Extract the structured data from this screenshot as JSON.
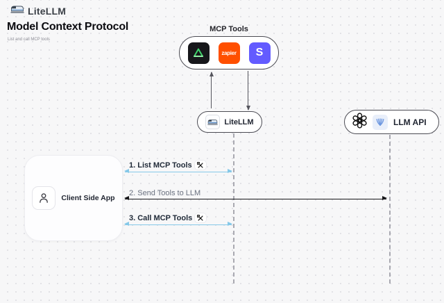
{
  "header": {
    "brand": "LiteLLM",
    "title": "Model Context Protocol",
    "subtitle": "List and call MCP tools"
  },
  "mcp": {
    "label": "MCP Tools",
    "tools": [
      {
        "icon": "triangle-tool-icon",
        "bg": "#17171b"
      },
      {
        "icon": "zapier-icon",
        "label": "zapier",
        "bg": "#ff4f00"
      },
      {
        "icon": "stripe-icon",
        "label": "S",
        "bg": "#635bff"
      }
    ]
  },
  "nodes": {
    "litellm": {
      "label": "LiteLLM",
      "icon": "train-logo-icon"
    },
    "llm_api": {
      "label": "LLM API",
      "icons": [
        "openai-icon",
        "llm-provider-icon"
      ]
    },
    "client": {
      "label": "Client Side App",
      "icon": "person-icon"
    }
  },
  "flows": [
    {
      "label": "1. List MCP Tools",
      "tool_badge": true,
      "color": "#85c8e8"
    },
    {
      "label": "2. Send Tools to LLM",
      "tool_badge": false,
      "color": "#17171a"
    },
    {
      "label": "3. Call MCP Tools",
      "tool_badge": true,
      "color": "#85c8e8"
    }
  ],
  "colors": {
    "background": "#f7f7f8",
    "accent_blue": "#85c8e8",
    "arrow_dark": "#17171a",
    "connector_gray": "#55555d",
    "lifeline_gray": "#a9a9b1",
    "zapier_orange": "#ff4f00",
    "stripe_indigo": "#635bff",
    "tool_black": "#17171b",
    "triangle_green": "#3fd26b"
  }
}
